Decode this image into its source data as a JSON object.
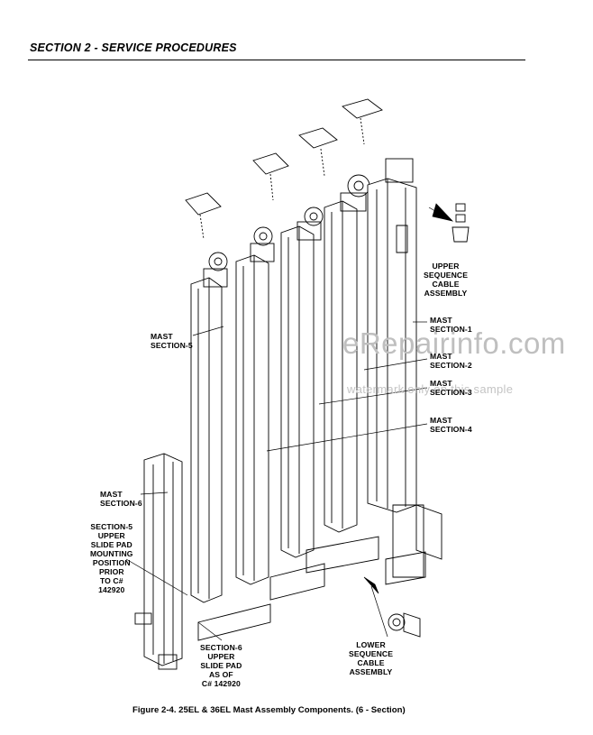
{
  "header": {
    "title": "SECTION 2 - SERVICE PROCEDURES"
  },
  "figure": {
    "caption": "Figure 2-4.  25EL & 36EL Mast Assembly Components. (6 - Section)",
    "labels": {
      "upper_sequence": "UPPER\nSEQUENCE\nCABLE\nASSEMBLY",
      "mast_section_1": "MAST\nSECTION-1",
      "mast_section_2": "MAST\nSECTION-2",
      "mast_section_3": "MAST\nSECTION-3",
      "mast_section_4": "MAST\nSECTION-4",
      "mast_section_5": "MAST\nSECTION-5",
      "mast_section_6": "MAST\nSECTION-6",
      "slide_pad_prior": "SECTION-5\nUPPER\nSLIDE PAD\nMOUNTING\nPOSITION\nPRIOR\nTO C#\n142920",
      "slide_pad_as_of": "SECTION-6\nUPPER\nSLIDE PAD\nAS OF\nC# 142920",
      "lower_sequence": "LOWER\nSEQUENCE\nCABLE\nASSEMBLY"
    }
  },
  "watermark": {
    "text": "eRepairinfo.com",
    "subtext": "watermark only on this sample"
  }
}
